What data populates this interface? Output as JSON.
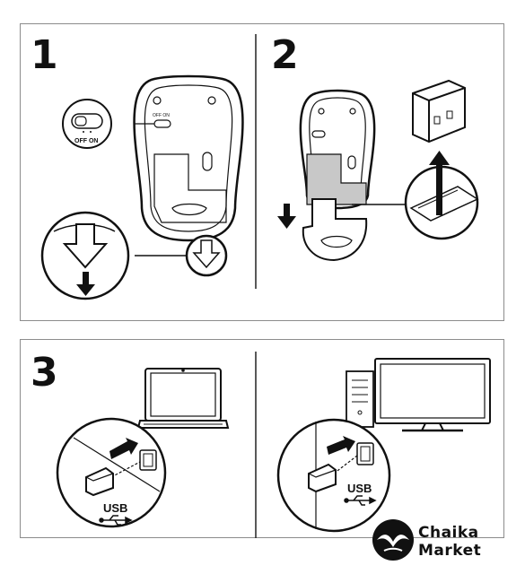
{
  "steps": {
    "step1": "1",
    "step2": "2",
    "step3": "3"
  },
  "labels": {
    "switch_off_on": "OFF ON",
    "mouse_switch_text": "OFF ON",
    "usb_label": "USB",
    "usb_label_2": "USB"
  },
  "brand": {
    "line1": "Chaika",
    "line2": "Market",
    "icon": "seagull-icon"
  },
  "icons": [
    "mouse-bottom-icon",
    "laptop-icon",
    "desktop-pc-icon",
    "monitor-icon",
    "usb-receiver-icon",
    "usb-symbol-icon",
    "arrow-down-icon",
    "arrow-up-icon",
    "arrow-right-icon"
  ]
}
